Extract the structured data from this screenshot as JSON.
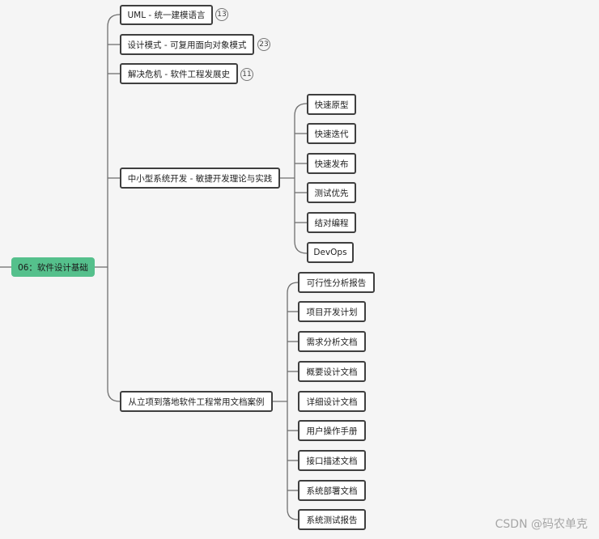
{
  "root": {
    "label": "06：软件设计基础",
    "color": "#55c08c"
  },
  "branches": [
    {
      "id": "uml",
      "label": "UML - 统一建模语言",
      "badge": "13"
    },
    {
      "id": "patterns",
      "label": "设计模式 - 可复用面向对象模式",
      "badge": "23"
    },
    {
      "id": "crisis",
      "label": "解决危机 - 软件工程发展史",
      "badge": "11"
    },
    {
      "id": "agile",
      "label": "中小型系统开发 - 敏捷开发理论与实践",
      "children": [
        "快速原型",
        "快速迭代",
        "快速发布",
        "测试优先",
        "结对编程",
        "DevOps"
      ]
    },
    {
      "id": "docs",
      "label": "从立项到落地软件工程常用文档案例",
      "children": [
        "可行性分析报告",
        "项目开发计划",
        "需求分析文档",
        "概要设计文档",
        "详细设计文档",
        "用户操作手册",
        "接口描述文档",
        "系统部署文档",
        "系统测试报告"
      ]
    }
  ],
  "watermark": "CSDN @码农单克"
}
